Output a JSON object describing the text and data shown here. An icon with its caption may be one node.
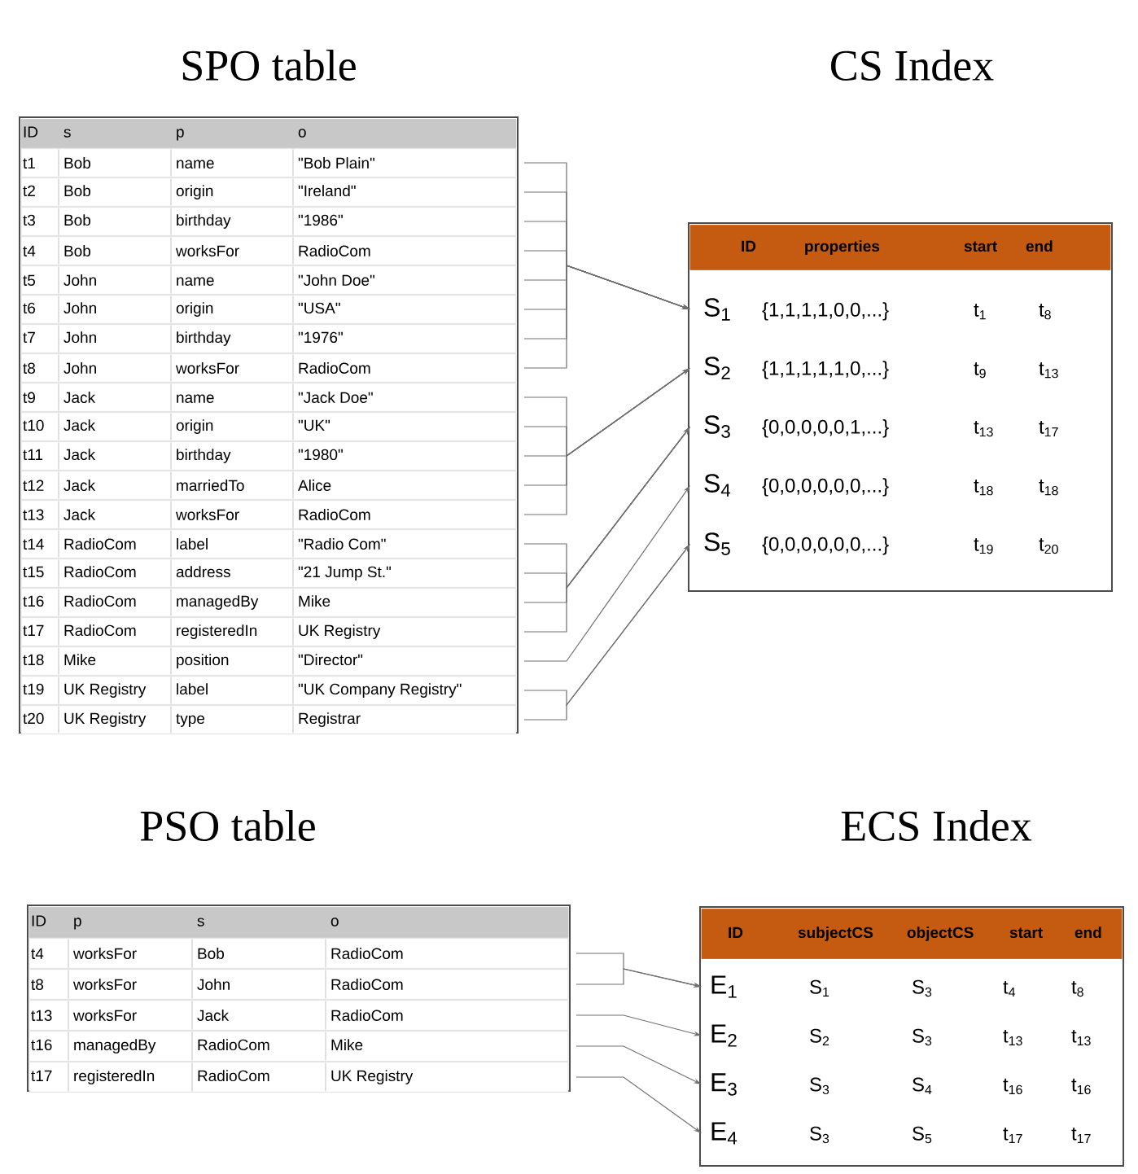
{
  "diagram": {
    "nodes": [
      {
        "text": [
          "SPO table"
        ]
      },
      {
        "text": [
          "ID",
          "s",
          "p",
          "o"
        ],
        "in": 0
      },
      {
        "text": [
          "t1",
          "Bob",
          "name",
          "\"Bob Plain\""
        ],
        "in": 0
      },
      {
        "text": [
          "t2",
          "Bob",
          "origin",
          "\"Ireland\""
        ],
        "in": 0
      },
      {
        "text": [
          "t3",
          "Bob",
          "birthday",
          "\"1986\""
        ],
        "in": 0
      },
      {
        "text": [
          "t4",
          "Bob",
          "worksFor",
          "RadioCom"
        ],
        "in": 0
      },
      {
        "text": [
          "t5",
          "John",
          "name",
          "\"John Doe\""
        ],
        "in": 0
      },
      {
        "text": [
          "t6",
          "John",
          "origin",
          "\"USA\""
        ],
        "in": 0
      },
      {
        "text": [
          "t7",
          "John",
          "birthday",
          "\"1976\""
        ],
        "in": 0
      },
      {
        "text": [
          "t8",
          "John",
          "worksFor",
          "RadioCom"
        ],
        "in": 0
      },
      {
        "text": [
          "t9",
          "Jack",
          "name",
          "\"Jack Doe\""
        ],
        "in": 0
      },
      {
        "text": [
          "t10",
          "Jack",
          "origin",
          "\"UK\""
        ],
        "in": 0
      },
      {
        "text": [
          "t11",
          "Jack",
          "birthday",
          "\"1980\""
        ],
        "in": 0
      },
      {
        "text": [
          "t12",
          "Jack",
          "marriedTo",
          "Alice"
        ],
        "in": 0
      },
      {
        "text": [
          "t13",
          "Jack",
          "worksFor",
          "RadioCom"
        ],
        "in": 0
      },
      {
        "text": [
          "t14",
          "RadioCom",
          "label",
          "\"Radio Com\""
        ],
        "in": 0
      },
      {
        "text": [
          "t15",
          "RadioCom",
          "address",
          "\"21 Jump St.\""
        ],
        "in": 0
      },
      {
        "text": [
          "t16",
          "RadioCom",
          "managedBy",
          "Mike"
        ],
        "in": 0
      },
      {
        "text": [
          "t17",
          "RadioCom",
          "registeredIn",
          "UK Registry"
        ],
        "in": 0
      },
      {
        "text": [
          "t18",
          "Mike",
          "position",
          "\"Director\""
        ],
        "in": 0
      },
      {
        "text": [
          "t19",
          "UK Registry",
          "label",
          "\"UK Company Registry\""
        ],
        "in": 0
      },
      {
        "text": [
          "t20",
          "UK Registry",
          "type",
          "Registrar"
        ],
        "in": 0
      },
      {
        "text": [
          "CS Index"
        ]
      },
      {
        "text": [
          "ID",
          "properties",
          "start",
          "end"
        ],
        "in": 22
      },
      {
        "text": [
          "S$_{1}$",
          "{1,1,1,1,0,0,...}",
          "t$_{1}$",
          "t$_{8}$"
        ],
        "in": 22
      },
      {
        "text": [
          "S$_{2}$",
          "{1,1,1,1,1,0,...}",
          "t$_{9}$",
          "t$_{13}$"
        ],
        "in": 22
      },
      {
        "text": [
          "S$_{3}$",
          "{0,0,0,0,0,1,...}",
          "t$_{13}$",
          "t$_{17}$"
        ],
        "in": 22
      },
      {
        "text": [
          "S$_{4}$",
          "{0,0,0,0,0,0,...}",
          "t$_{18}$",
          "t$_{18}$"
        ],
        "in": 22
      },
      {
        "text": [
          "S$_{5}$",
          "{0,0,0,0,0,0,...}",
          "t$_{19}$",
          "t$_{20}$"
        ],
        "in": 22
      },
      {
        "text": [
          "PSO table"
        ]
      },
      {
        "text": [
          "ID",
          "p",
          "s",
          "o"
        ],
        "in": 29
      },
      {
        "text": [
          "t4",
          "worksFor",
          "Bob",
          "RadioCom"
        ],
        "in": 29
      },
      {
        "text": [
          "t8",
          "worksFor",
          "John",
          "RadioCom"
        ],
        "in": 29
      },
      {
        "text": [
          "t13",
          "worksFor",
          "Jack",
          "RadioCom"
        ],
        "in": 29
      },
      {
        "text": [
          "t16",
          "managedBy",
          "RadioCom",
          "Mike"
        ],
        "in": 29
      },
      {
        "text": [
          "t17",
          "registeredIn",
          "RadioCom",
          "UK Registry"
        ],
        "in": 29
      },
      {
        "text": [
          "ECS Index"
        ]
      },
      {
        "text": [
          "ID",
          "subjectCS",
          "objectCS",
          "start",
          "end"
        ],
        "in": 36
      },
      {
        "text": [
          "E$_{1}$",
          "S$_{1}$",
          "S$_{3}$",
          "t$_{4}$",
          "t$_{8}$"
        ],
        "in": 36
      },
      {
        "text": [
          "E$_{2}$",
          "S$_{2}$",
          "S$_{3}$",
          "t$_{13}$",
          "t$_{13}$"
        ],
        "in": 36
      },
      {
        "text": [
          "E$_{3}$",
          "S$_{3}$",
          "S$_{4}$",
          "t$_{16}$",
          "t$_{16}$"
        ],
        "in": 36
      },
      {
        "text": [
          "E$_{4}$",
          "S$_{3}$",
          "S$_{5}$",
          "t$_{17}$",
          "t$_{17}$"
        ],
        "in": 36
      }
    ],
    "edges": [
      {
        "from": 2,
        "to": 24,
        "arrow": "to"
      },
      {
        "from": 3,
        "to": 24,
        "arrow": "to"
      },
      {
        "from": 4,
        "to": 24,
        "arrow": "to"
      },
      {
        "from": 5,
        "to": 24,
        "arrow": "to"
      },
      {
        "from": 6,
        "to": 24,
        "arrow": "to"
      },
      {
        "from": 7,
        "to": 24,
        "arrow": "to"
      },
      {
        "from": 8,
        "to": 24,
        "arrow": "to"
      },
      {
        "from": 9,
        "to": 24,
        "arrow": "to"
      },
      {
        "from": 10,
        "to": 25,
        "arrow": "to"
      },
      {
        "from": 11,
        "to": 25,
        "arrow": "to"
      },
      {
        "from": 12,
        "to": 25,
        "arrow": "to"
      },
      {
        "from": 13,
        "to": 25,
        "arrow": "to"
      },
      {
        "from": 14,
        "to": 25,
        "arrow": "to"
      },
      {
        "from": 15,
        "to": 26,
        "arrow": "to"
      },
      {
        "from": 16,
        "to": 26,
        "arrow": "to"
      },
      {
        "from": 17,
        "to": 26,
        "arrow": "to"
      },
      {
        "from": 18,
        "to": 26,
        "arrow": "to"
      },
      {
        "from": 19,
        "to": 27,
        "arrow": "to"
      },
      {
        "from": 20,
        "to": 28,
        "arrow": "to"
      },
      {
        "from": 21,
        "to": 28,
        "arrow": "to"
      },
      {
        "from": 31,
        "to": 38,
        "arrow": "to"
      },
      {
        "from": 32,
        "to": 38,
        "arrow": "to"
      },
      {
        "from": 33,
        "to": 39,
        "arrow": "to"
      },
      {
        "from": 34,
        "to": 40,
        "arrow": "to"
      },
      {
        "from": 35,
        "to": 41,
        "arrow": "to"
      }
    ]
  }
}
